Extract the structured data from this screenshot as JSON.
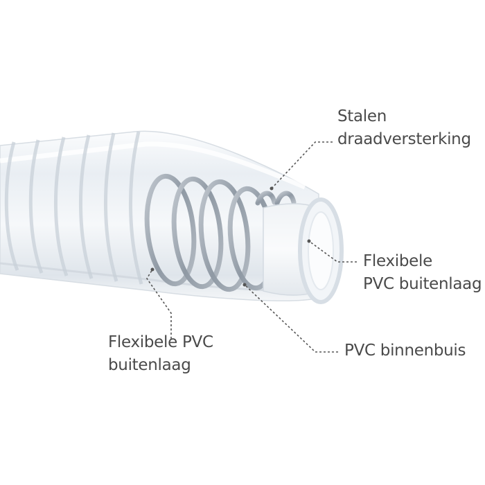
{
  "labels": {
    "steel_wire": {
      "line1": "Stalen",
      "line2": "draadversterking"
    },
    "outer_layer_right": {
      "line1": "Flexibele",
      "line2": "PVC buitenlaag"
    },
    "outer_layer_left": {
      "line1": "Flexibele PVC",
      "line2": "buitenlaag"
    },
    "inner_tube": {
      "line1": "PVC binnenbuis"
    }
  },
  "colors": {
    "background": "#ffffff",
    "text": "#4a4a4a",
    "leader_line": "#555555",
    "hose_tint": "#e6ebf0",
    "wire": "#9aa3ad"
  }
}
